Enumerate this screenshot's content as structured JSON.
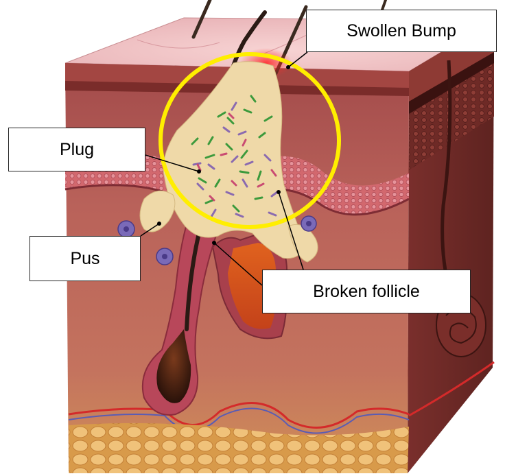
{
  "labels": {
    "swollen_bump": "Swollen Bump",
    "plug": "Plug",
    "pus": "Pus",
    "broken_follicle": "Broken follicle"
  },
  "colors": {
    "highlight_circle": "#ffee00",
    "skin_surface": "#f3c6c8",
    "epidermis": "#c25a63",
    "dermis": "#b9625a",
    "fat": "#e2a85a",
    "plug": "#efd9a8",
    "follicle": "#b8475a",
    "hair": "#2a1a14",
    "inflammation": "#ff2a2a"
  }
}
